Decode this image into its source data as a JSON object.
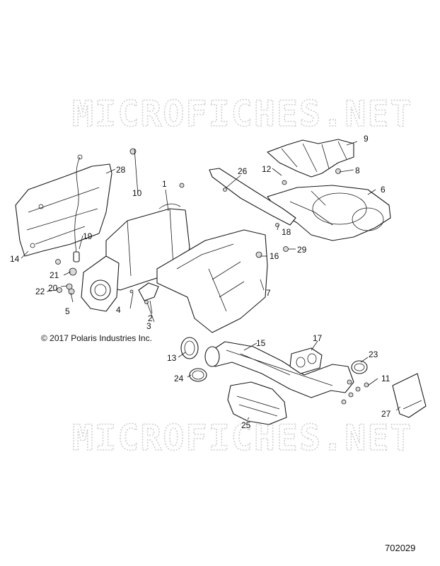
{
  "watermark": "MICROFICHES.NET",
  "copyright": "© 2017 Polaris Industries Inc.",
  "diagram_id": "702029",
  "callouts": {
    "c1": "1",
    "c2": "2",
    "c3": "3",
    "c4": "4",
    "c5": "5",
    "c6": "6",
    "c7": "7",
    "c8": "8",
    "c9": "9",
    "c10": "10",
    "c11": "11",
    "c12": "12",
    "c13": "13",
    "c14": "14",
    "c15": "15",
    "c16": "16",
    "c17": "17",
    "c18": "18",
    "c19": "19",
    "c20": "20",
    "c21": "21",
    "c22": "22",
    "c23": "23",
    "c24": "24",
    "c25": "25",
    "c26": "26",
    "c27": "27",
    "c28": "28",
    "c29": "29"
  }
}
